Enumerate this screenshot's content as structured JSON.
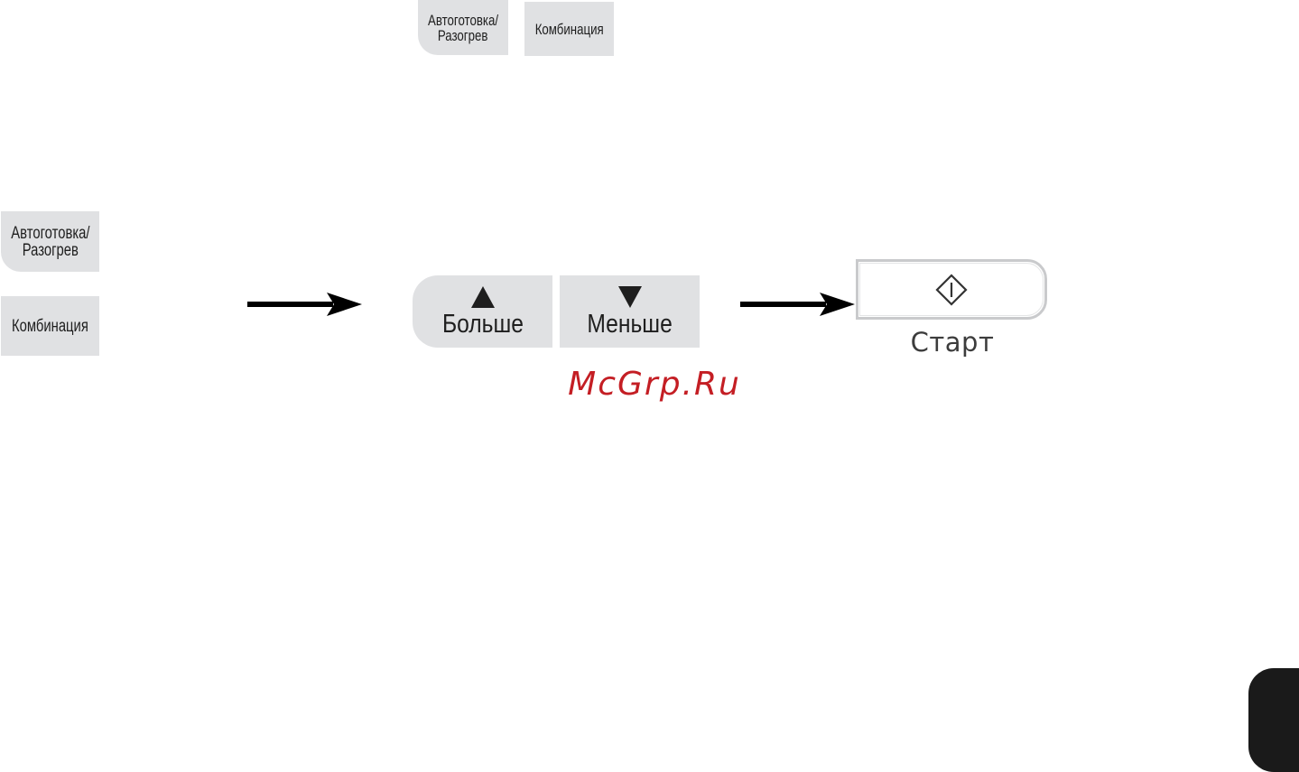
{
  "top_row": {
    "auto_key": {
      "line1": "Автоготовка/",
      "line2": "Разогрев"
    },
    "combo_key": {
      "label": "Комбинация"
    }
  },
  "left_column": {
    "auto_key": {
      "line1": "Автоготовка/",
      "line2": "Разогрев"
    },
    "combo_key": {
      "label": "Комбинация"
    }
  },
  "adjust": {
    "more_label": "Больше",
    "less_label": "Меньше",
    "more_icon": "triangle-up-icon",
    "less_icon": "triangle-down-icon"
  },
  "start": {
    "label": "Старт",
    "icon": "start-diamond-icon"
  },
  "watermark": "McGrp.Ru",
  "colors": {
    "key_bg": "#e0e1e3",
    "watermark": "#c41e24",
    "tab": "#1a1a1a"
  }
}
